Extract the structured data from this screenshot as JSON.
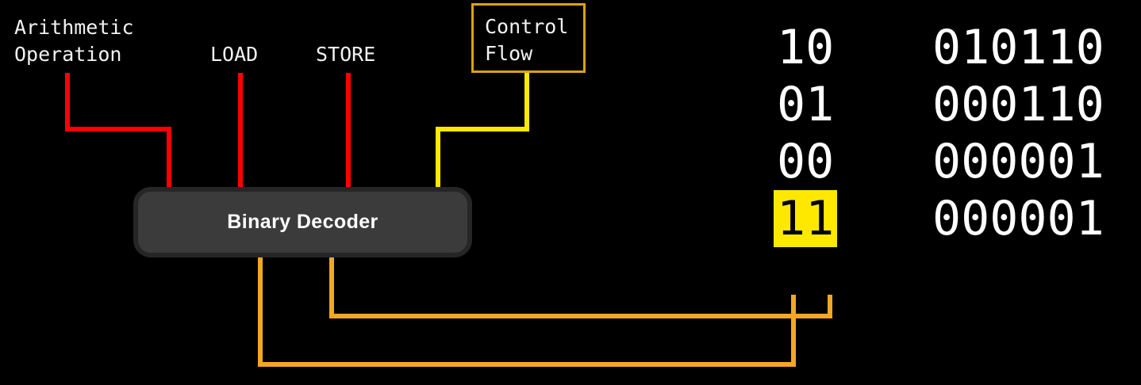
{
  "diagram": {
    "title": "Binary Decoder",
    "background_color": "#000000"
  },
  "inputs": [
    {
      "id": "arithmetic-operation",
      "label": "Arithmetic\nOperation",
      "wire_color": "#ff0000"
    },
    {
      "id": "load",
      "label": "LOAD",
      "wire_color": "#ff0000"
    },
    {
      "id": "store",
      "label": "STORE",
      "wire_color": "#ff0000"
    },
    {
      "id": "control-flow",
      "label": "Control\nFlow",
      "wire_color": "#ffe800",
      "border_color": "#d9a40f",
      "boxed": true
    }
  ],
  "decoder": {
    "label": "Binary Decoder",
    "fill_color": "#3b3b3b",
    "border_color": "#262626"
  },
  "binary_table": {
    "rows": [
      {
        "code": "10",
        "value": "010110",
        "highlight": false
      },
      {
        "code": "01",
        "value": "000110",
        "highlight": false
      },
      {
        "code": "00",
        "value": "000001",
        "highlight": false
      },
      {
        "code": "11",
        "value": "000001",
        "highlight": true
      }
    ],
    "highlight_color": "#ffe800",
    "text_color": "#ffffff"
  },
  "wires": {
    "input_color": "#ff0000",
    "control_color": "#ffe800",
    "output_color": "#f5a623",
    "stroke_width": 6
  }
}
